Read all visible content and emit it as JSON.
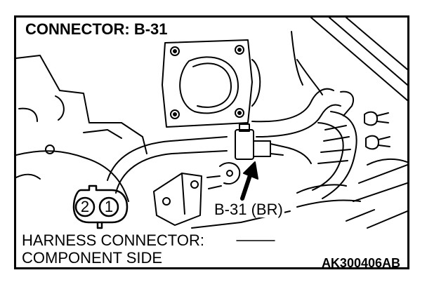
{
  "diagram": {
    "title": "CONNECTOR: B-31",
    "callout": "B-31 (BR)",
    "harness_line1": "HARNESS CONNECTOR:",
    "harness_line2": "COMPONENT SIDE",
    "code": "AK300406AB",
    "pins": {
      "left": "2",
      "right": "1"
    }
  }
}
